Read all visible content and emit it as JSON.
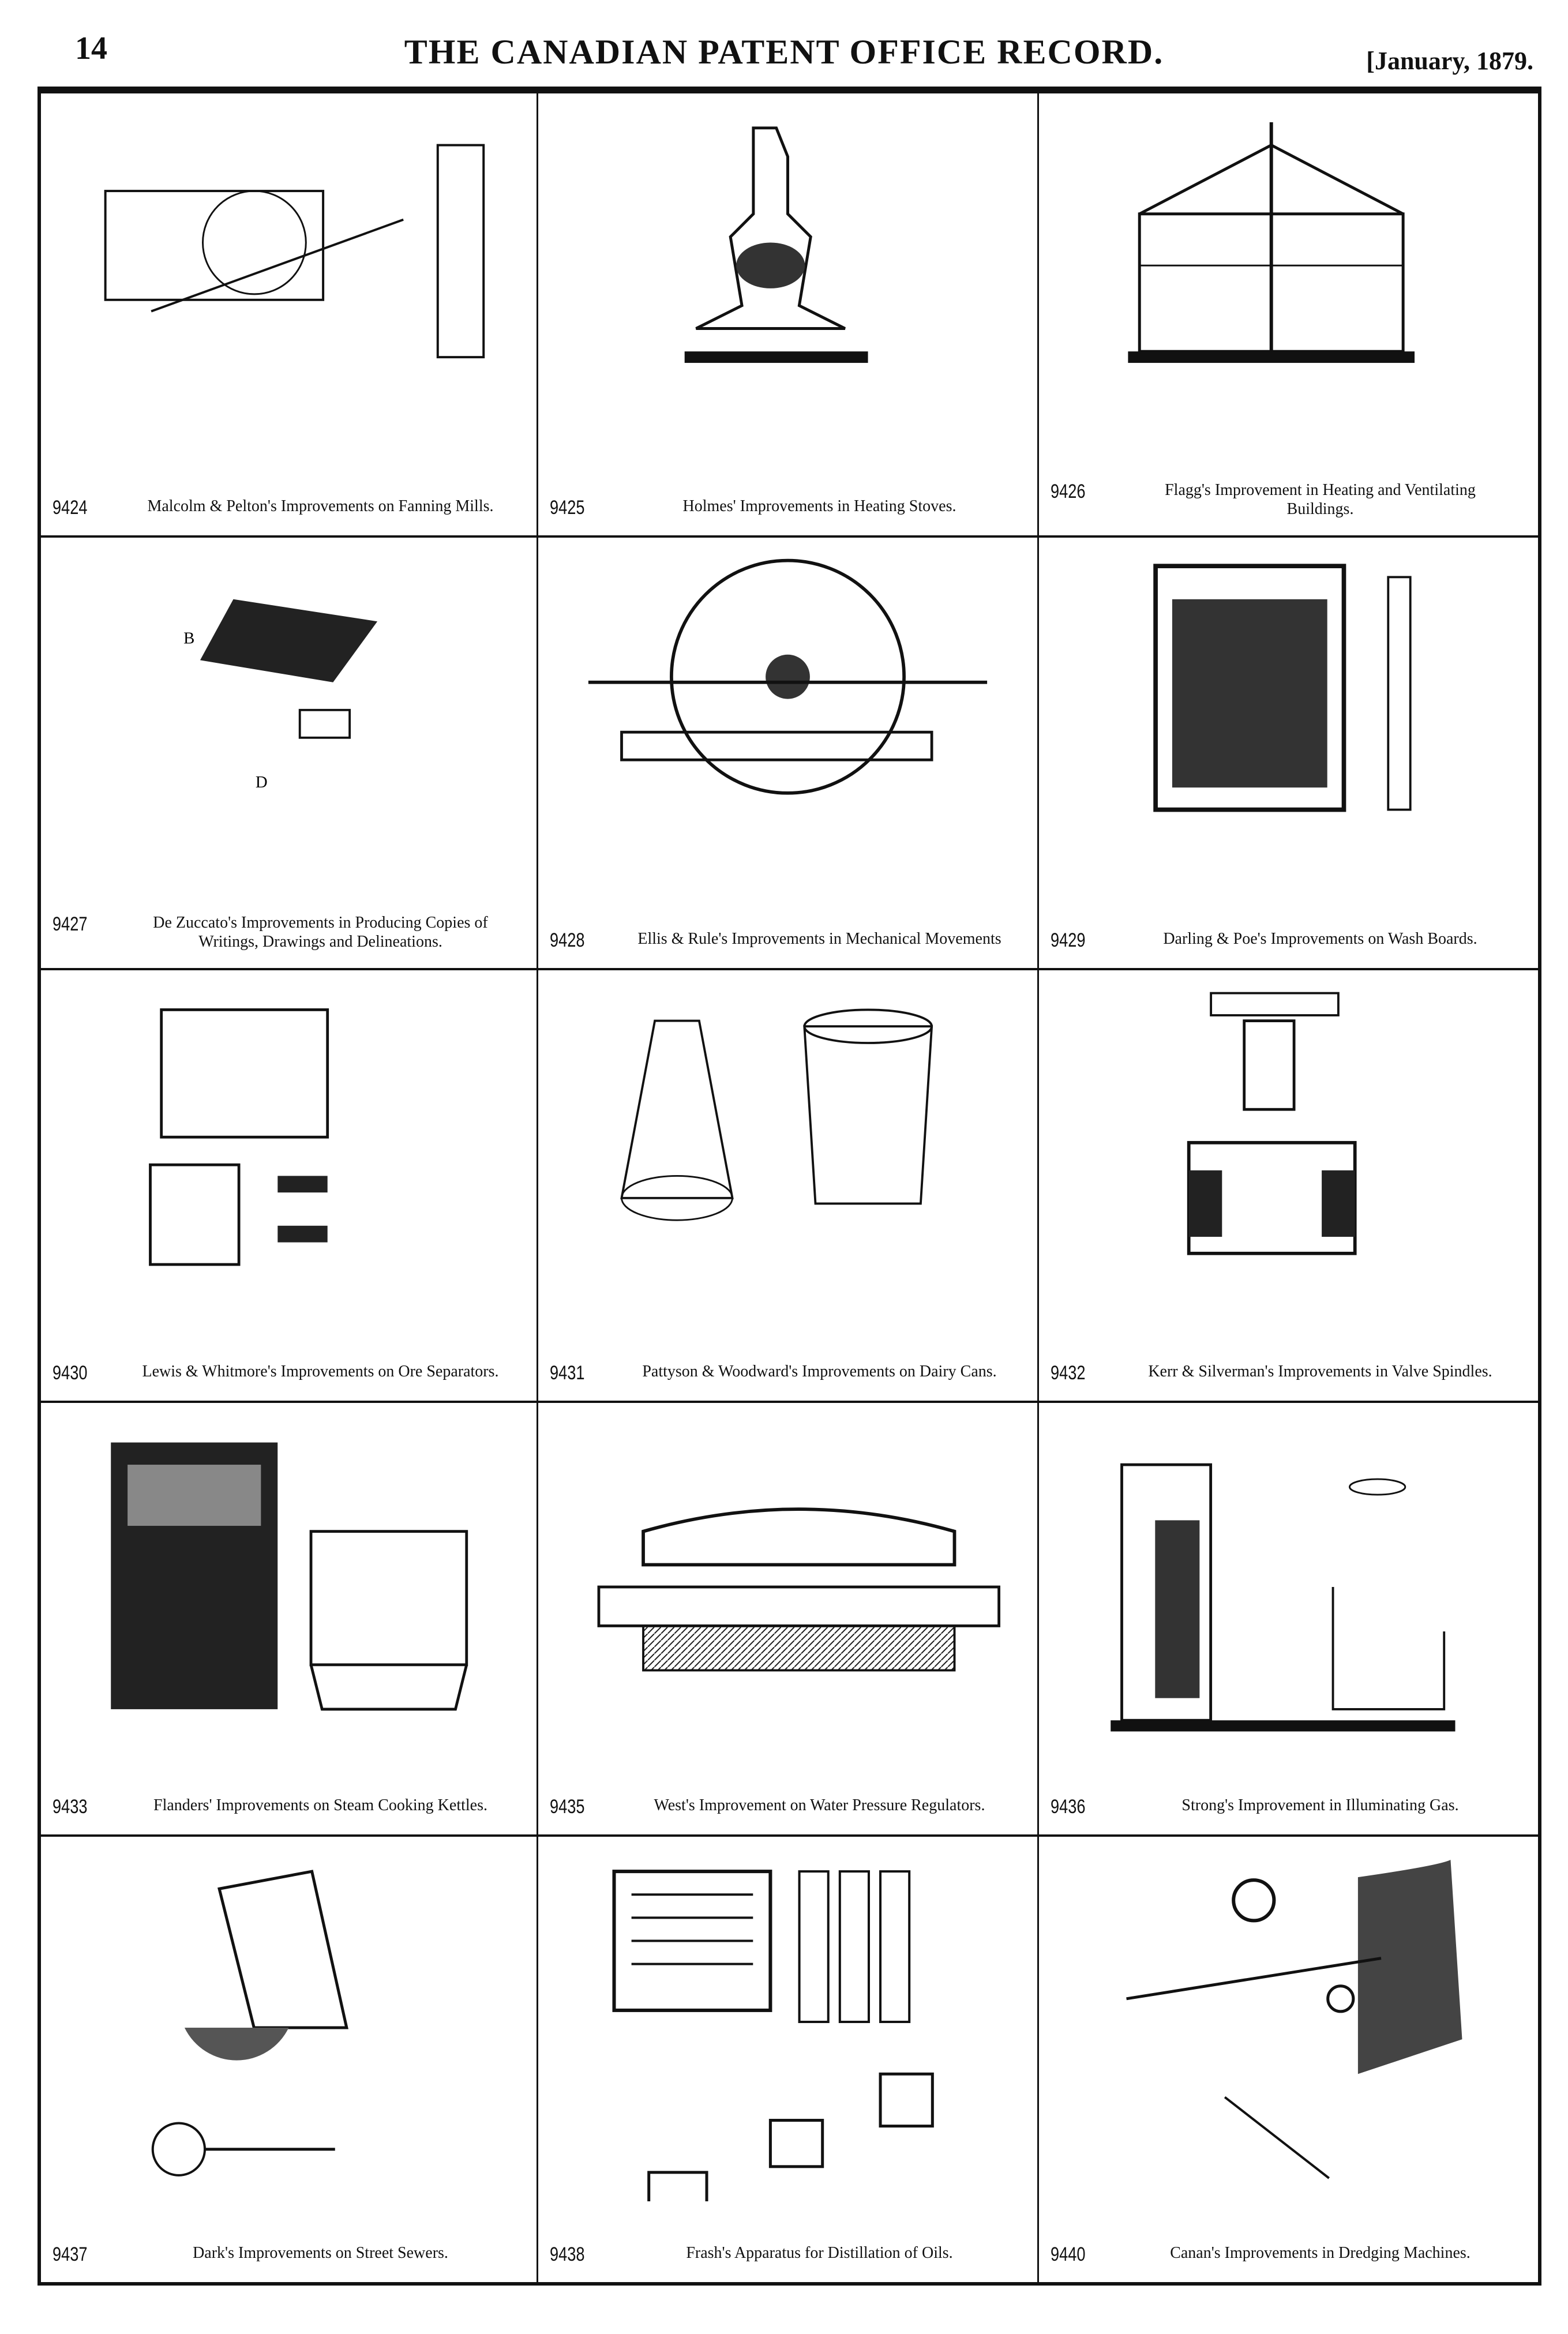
{
  "header": {
    "page_number": "14",
    "title": "THE CANADIAN PATENT OFFICE RECORD.",
    "date": "[January, 1879."
  },
  "patents": [
    {
      "number": "9424",
      "caption": "Malcolm & Pelton's Improvements on Fanning Mills."
    },
    {
      "number": "9425",
      "caption": "Holmes' Improvements in Heating Stoves."
    },
    {
      "number": "9426",
      "caption": "Flagg's Improvement in Heating and Ventilating Buildings."
    },
    {
      "number": "9427",
      "caption": "De Zuccato's Improvements in Producing Copies of Writings, Drawings and Delineations."
    },
    {
      "number": "9428",
      "caption": "Ellis & Rule's Improvements in Mechanical Movements"
    },
    {
      "number": "9429",
      "caption": "Darling & Poe's Improvements on Wash Boards."
    },
    {
      "number": "9430",
      "caption": "Lewis & Whitmore's Improvements on Ore Separators."
    },
    {
      "number": "9431",
      "caption": "Pattyson & Woodward's Improvements on Dairy Cans."
    },
    {
      "number": "9432",
      "caption": "Kerr & Silverman's Improvements in Valve Spindles."
    },
    {
      "number": "9433",
      "caption": "Flanders' Improvements on Steam Cooking Kettles."
    },
    {
      "number": "9435",
      "caption": "West's Improvement on Water Pressure Regulators."
    },
    {
      "number": "9436",
      "caption": "Strong's Improvement in Illuminating Gas."
    },
    {
      "number": "9437",
      "caption": "Dark's Improvements on Street Sewers."
    },
    {
      "number": "9438",
      "caption": "Frash's Apparatus for Distillation of Oils."
    },
    {
      "number": "9440",
      "caption": "Canan's Improvements in Dredging Machines."
    }
  ]
}
